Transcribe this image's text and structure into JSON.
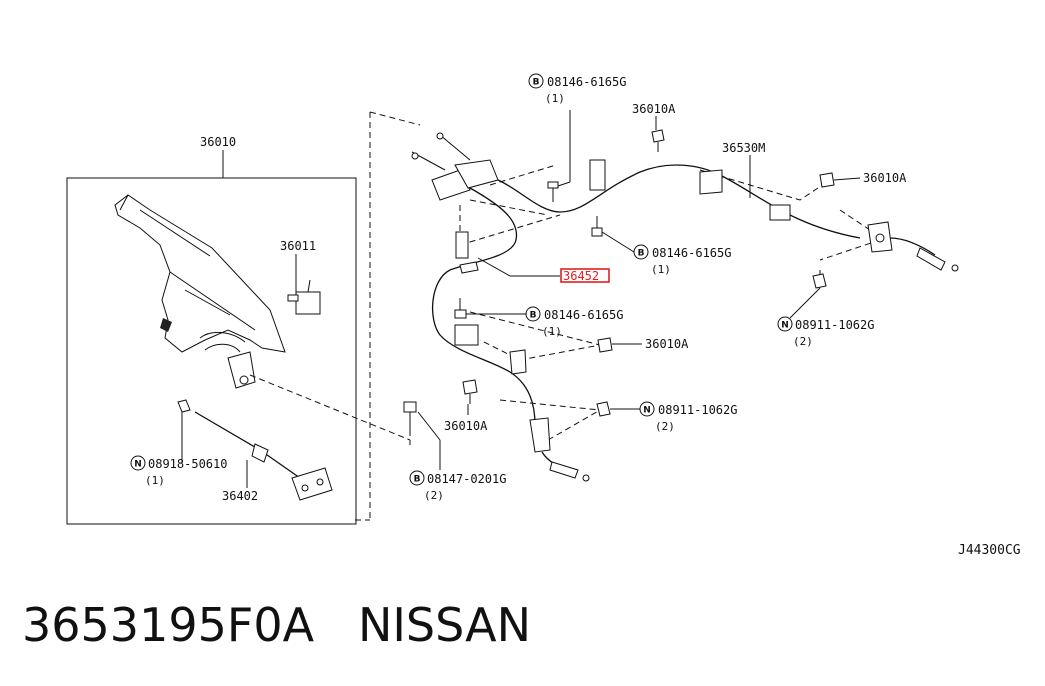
{
  "labels": {
    "l36010": "36010",
    "l36011": "36011",
    "l36402": "36402",
    "l36530M": "36530M",
    "l36452": "36452",
    "l36010A_top": "36010A",
    "l36010A_right": "36010A",
    "l36010A_mid": "36010A",
    "l36010A_low": "36010A",
    "b1": "08146-6165G",
    "b1q": "(1)",
    "b2": "08146-6165G",
    "b2q": "(1)",
    "b3": "08146-6165G",
    "b3q": "(1)",
    "b4": "08147-0201G",
    "b4q": "(2)",
    "n1": "08911-1062G",
    "n1q": "(2)",
    "n2": "08911-1062G",
    "n2q": "(2)",
    "n3": "08918-50610",
    "n3q": "(1)"
  },
  "symbols": {
    "bolt": "B",
    "nut": "N"
  },
  "highlight_color": "#e02020",
  "diagram_code": "J44300CG",
  "footer": {
    "part_number": "3653195F0A",
    "brand": "NISSAN"
  }
}
